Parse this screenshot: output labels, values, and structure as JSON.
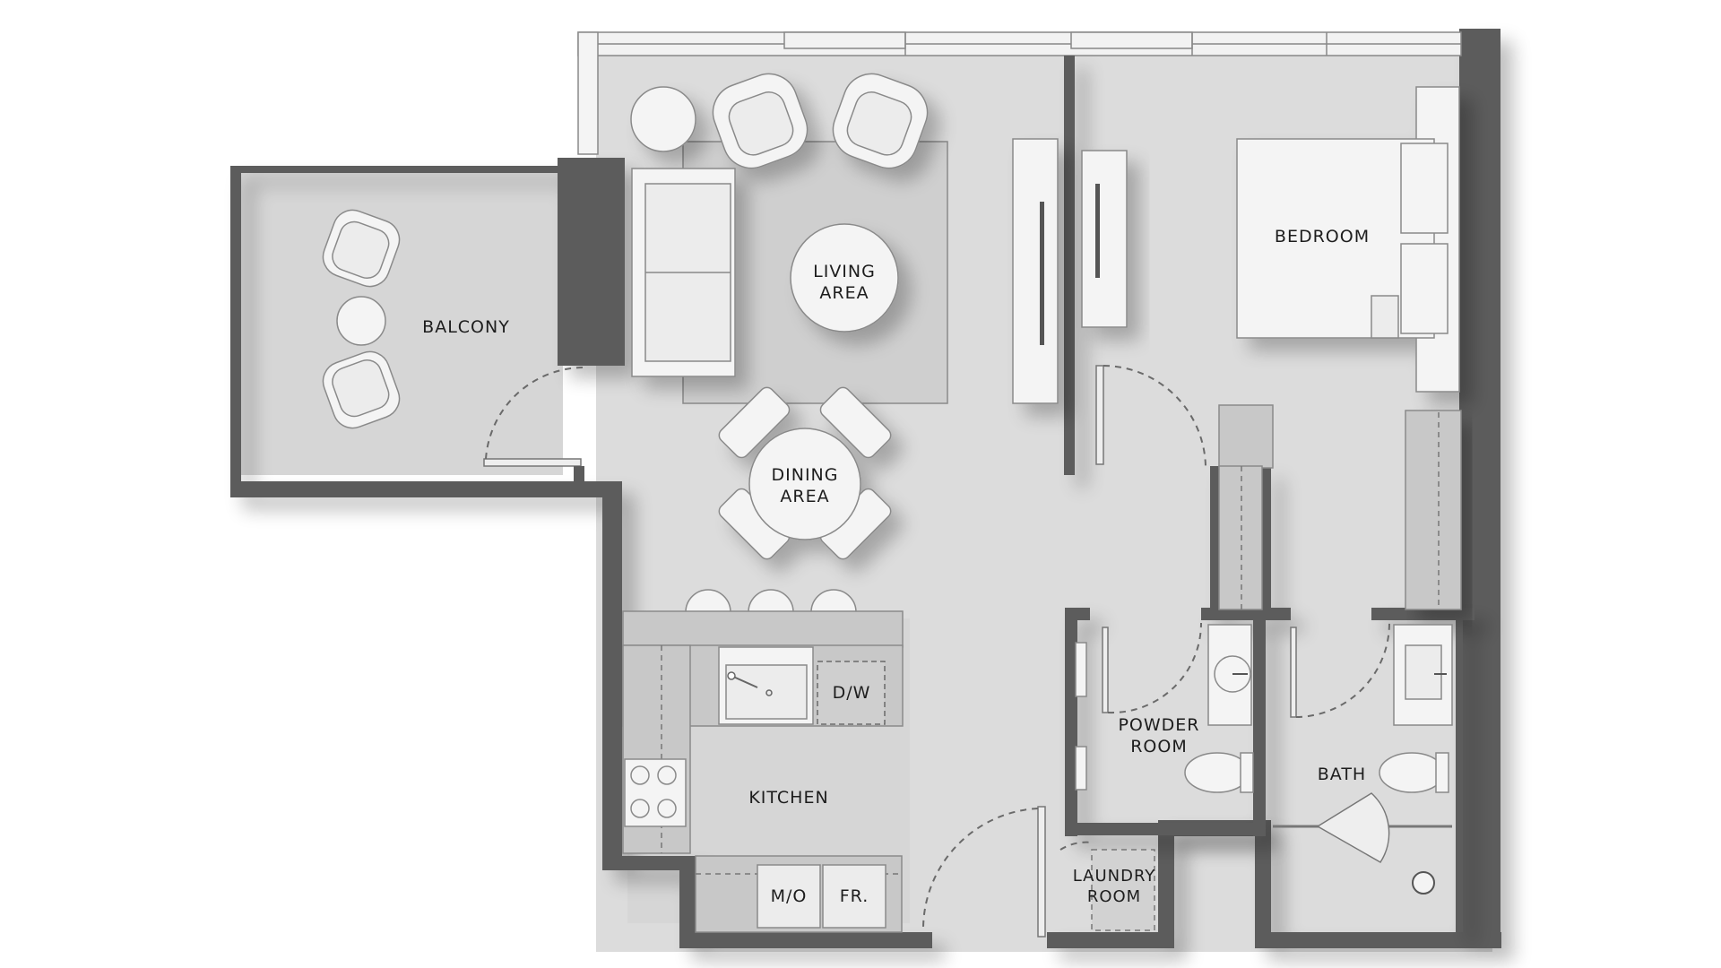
{
  "rooms": {
    "balcony": "BALCONY",
    "living_1": "LIVING",
    "living_2": "AREA",
    "dining_1": "DINING",
    "dining_2": "AREA",
    "bedroom": "BEDROOM",
    "kitchen": "KITCHEN",
    "powder_1": "POWDER",
    "powder_2": "ROOM",
    "laundry_1": "LAUNDRY",
    "laundry_2": "ROOM",
    "bath": "BATH"
  },
  "appliances": {
    "dishwasher": "D/W",
    "microwave": "M/O",
    "fridge": "FR."
  }
}
